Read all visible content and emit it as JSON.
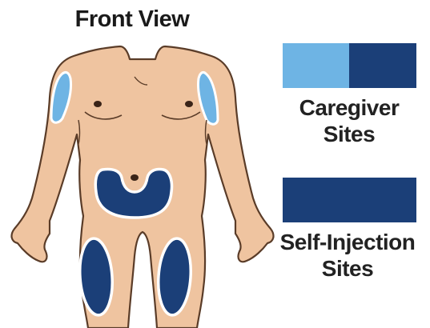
{
  "diagram": {
    "title": "Front View"
  },
  "legend": {
    "caregiver": {
      "line1": "Caregiver",
      "line2": "Sites",
      "colors": [
        "#6eb4e4",
        "#1b3f78"
      ]
    },
    "self_injection": {
      "line1": "Self-Injection",
      "line2": "Sites",
      "color": "#1b3f78"
    }
  },
  "colors": {
    "skin": "#efc4a0",
    "outline": "#5a3c28",
    "caregiver_site": "#6eb4e4",
    "self_injection_site": "#1b3f78"
  },
  "regions": [
    {
      "name": "upper-arm-right",
      "type": "caregiver"
    },
    {
      "name": "upper-arm-left",
      "type": "caregiver"
    },
    {
      "name": "abdomen",
      "type": "self-injection"
    },
    {
      "name": "thigh-right",
      "type": "self-injection"
    },
    {
      "name": "thigh-left",
      "type": "self-injection"
    }
  ]
}
